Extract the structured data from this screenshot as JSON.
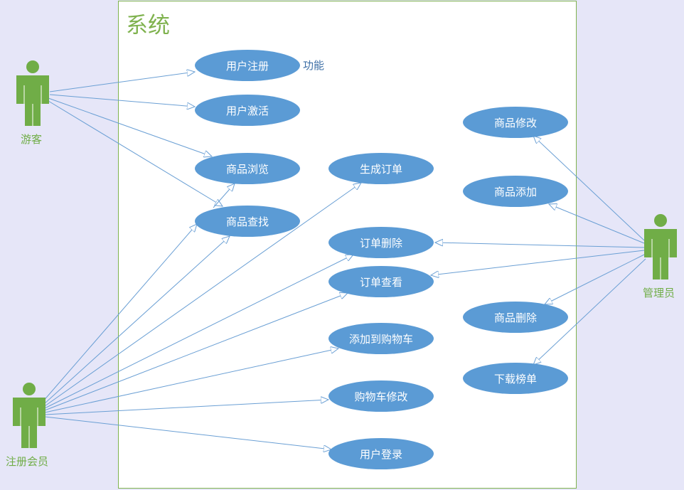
{
  "system": {
    "title": "系统"
  },
  "actors": {
    "guest": "游客",
    "member": "注册会员",
    "admin": "管理员"
  },
  "use_cases": {
    "register": "用户注册",
    "activate": "用户激活",
    "browse": "商品浏览",
    "search": "商品查找",
    "create_order": "生成订单",
    "delete_order": "订单删除",
    "view_order": "订单查看",
    "add_to_cart": "添加到购物车",
    "edit_cart": "购物车修改",
    "login": "用户登录",
    "edit_product": "商品修改",
    "add_product": "商品添加",
    "delete_product": "商品删除",
    "download_ranking": "下载榜单"
  },
  "notes": {
    "function": "功能"
  },
  "colors": {
    "background": "#e6e6f8",
    "system_border": "#7fb24e",
    "actor": "#70ad47",
    "use_case": "#5b9bd5",
    "edge": "#6a9fd4"
  }
}
